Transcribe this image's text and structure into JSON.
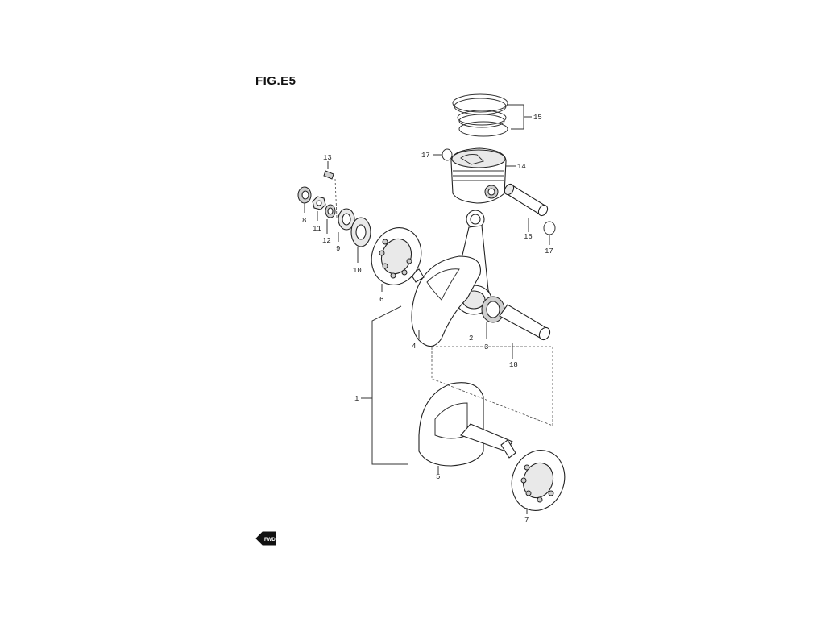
{
  "figure": {
    "title": "FIG.E5"
  },
  "callouts": [
    {
      "id": "c1",
      "text": "1"
    },
    {
      "id": "c2",
      "text": "2"
    },
    {
      "id": "c3",
      "text": "3"
    },
    {
      "id": "c4",
      "text": "4"
    },
    {
      "id": "c5",
      "text": "5"
    },
    {
      "id": "c6",
      "text": "6"
    },
    {
      "id": "c7",
      "text": "7"
    },
    {
      "id": "c8",
      "text": "8"
    },
    {
      "id": "c9",
      "text": "9"
    },
    {
      "id": "c10",
      "text": "10"
    },
    {
      "id": "c11",
      "text": "11"
    },
    {
      "id": "c12",
      "text": "12"
    },
    {
      "id": "c13",
      "text": "13"
    },
    {
      "id": "c14",
      "text": "14"
    },
    {
      "id": "c15",
      "text": "15"
    },
    {
      "id": "c16",
      "text": "16"
    },
    {
      "id": "c17a",
      "text": "17"
    },
    {
      "id": "c17b",
      "text": "17"
    },
    {
      "id": "c18",
      "text": "18"
    }
  ],
  "orientation_badge": {
    "icon": "front-arrow-icon",
    "text": "FWD"
  }
}
